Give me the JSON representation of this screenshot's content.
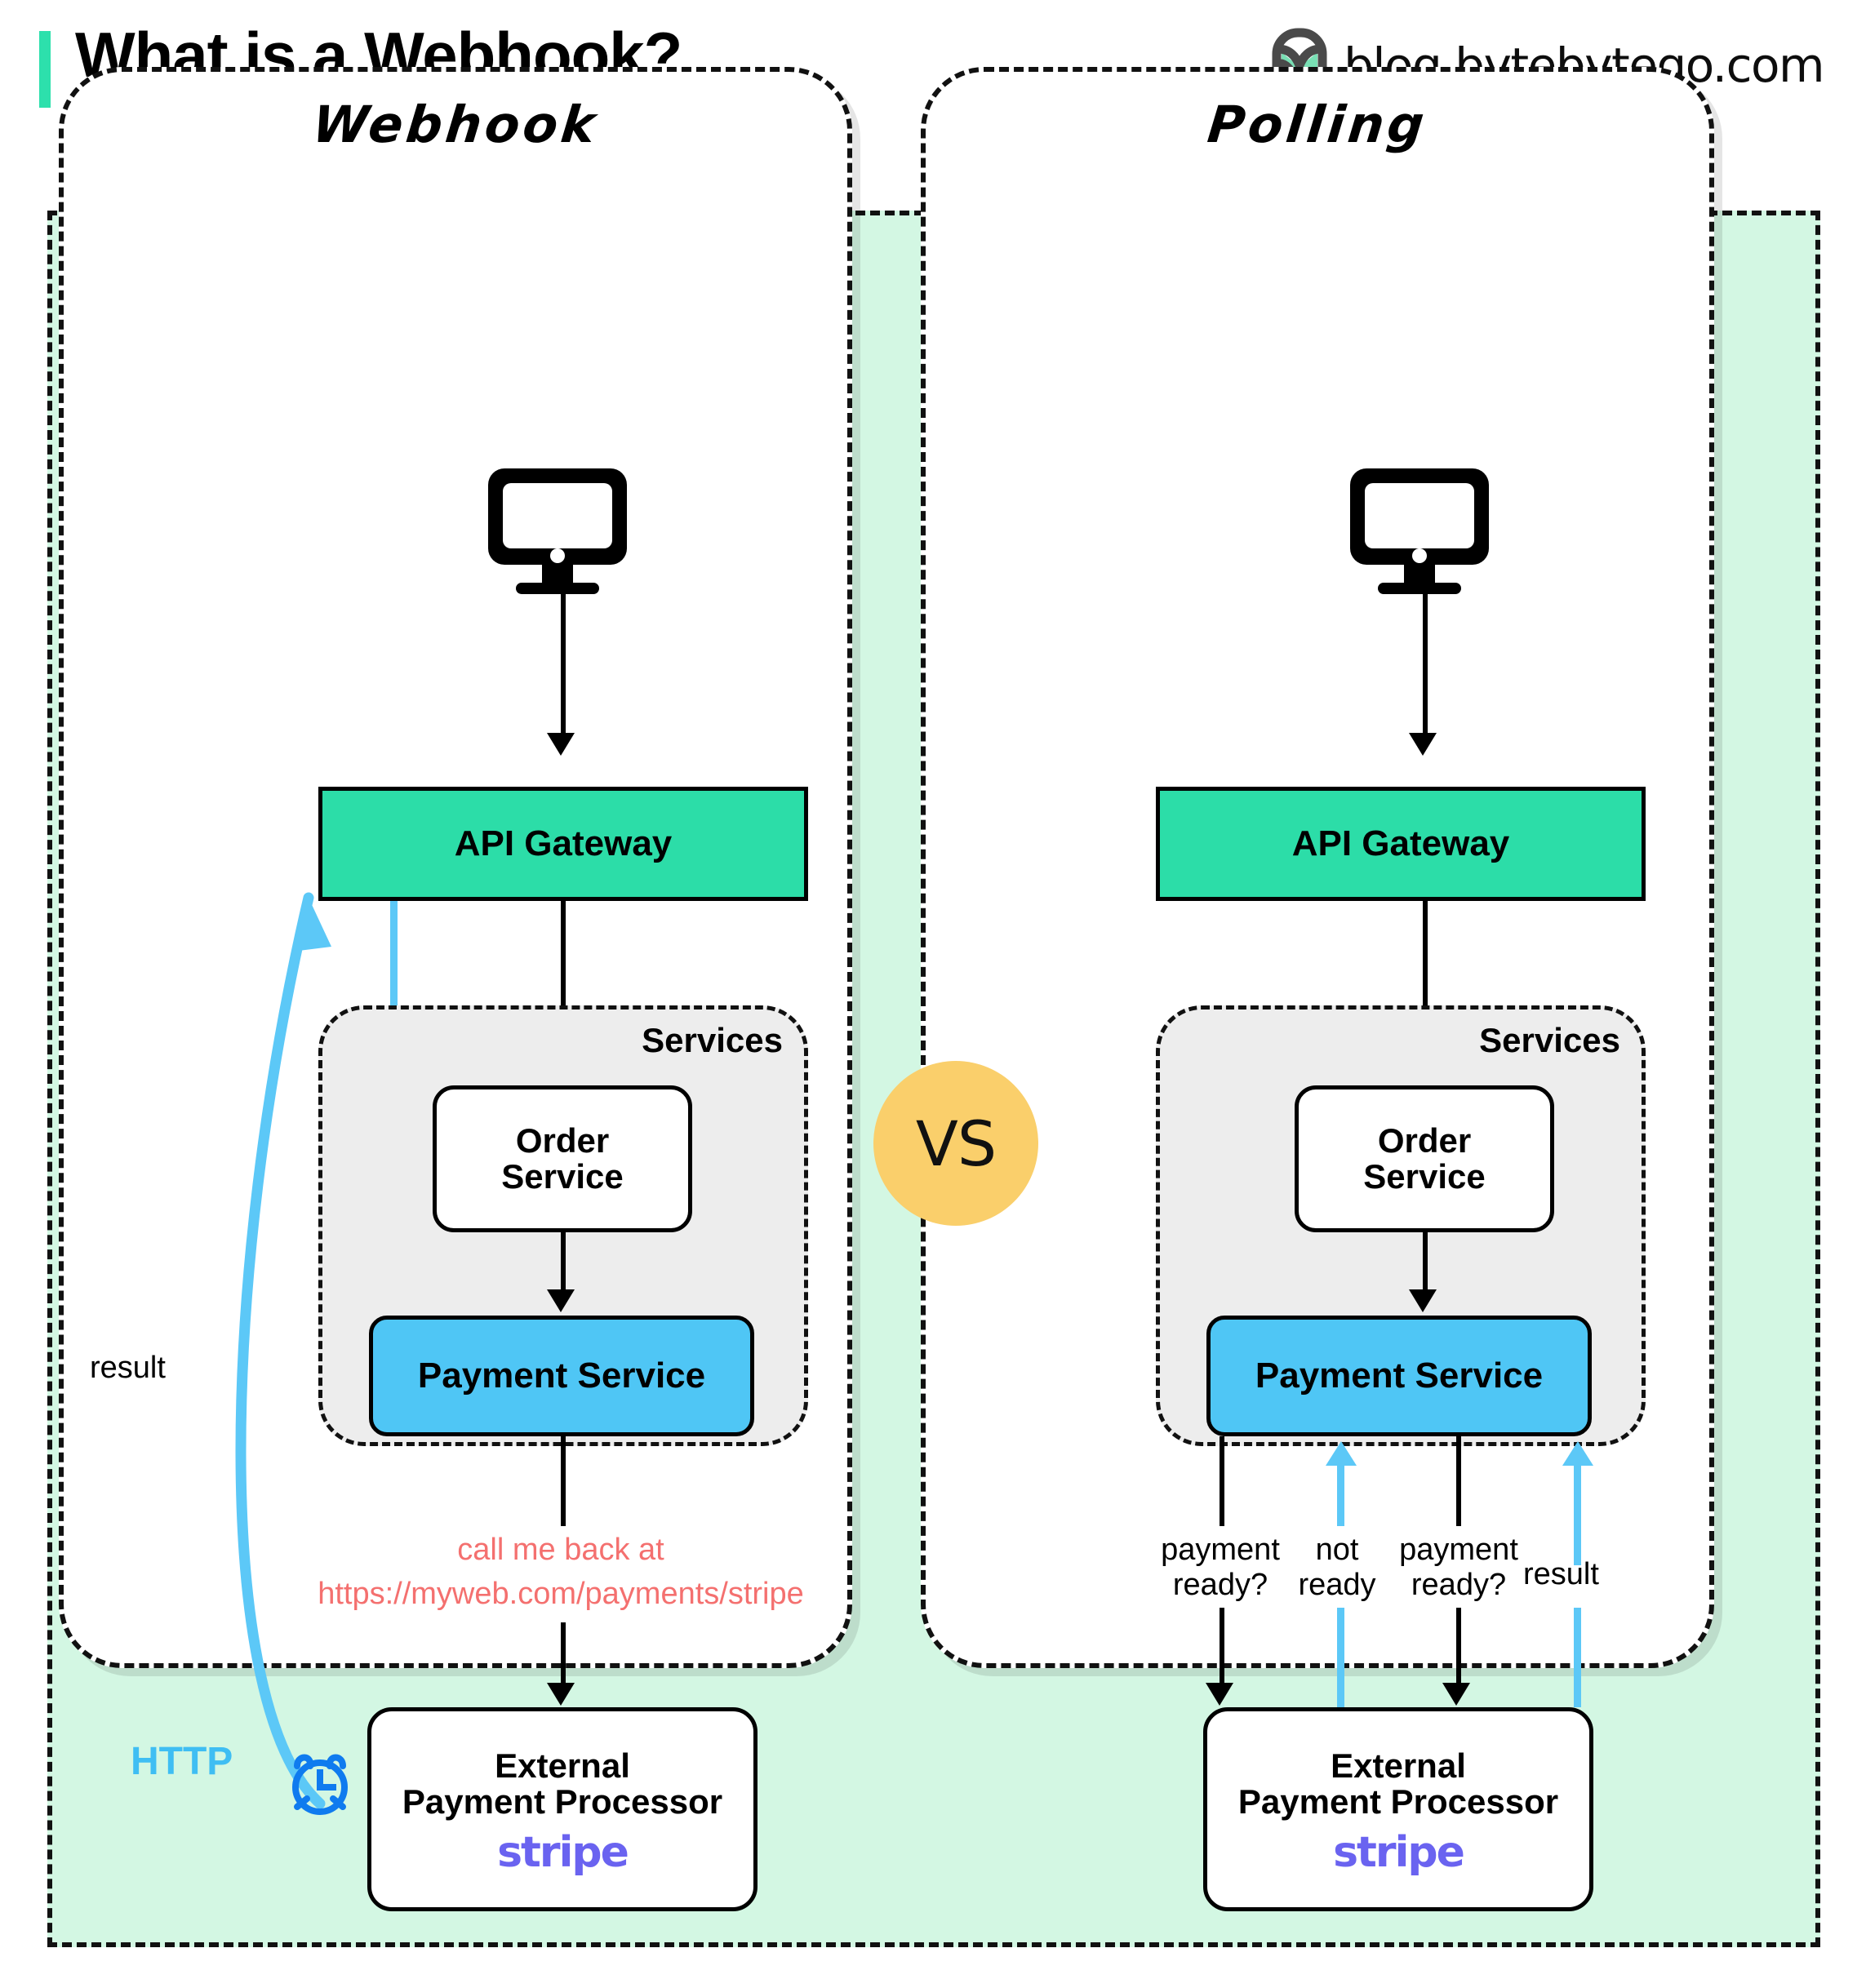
{
  "header": {
    "title": "What is a Webhook?",
    "brand_text": "blog.bytebytego.com",
    "logo_icon": "bytebytego-logo-icon",
    "accent_color": "#2DE0AC"
  },
  "center_badge": {
    "label": "VS",
    "color": "#FACF6B"
  },
  "colors": {
    "outer_bg": "#D3F7E3",
    "gateway": "#2CDDA8",
    "payment_service": "#4FC6F5",
    "services_bg": "#EDEDED",
    "blue_arrow": "#5CC8F7",
    "url_text": "#F4706F",
    "stripe_purple": "#6A63F0",
    "clock_blue": "#0F7BEF"
  },
  "panels": [
    {
      "title": "Webhook",
      "client_icon": "desktop-monitor-icon",
      "gateway": "API Gateway",
      "services_label": "Services",
      "order_service": [
        "Order",
        "Service"
      ],
      "payment_service": "Payment Service",
      "external": {
        "line1": "External",
        "line2": "Payment Processor",
        "logo": "stripe"
      },
      "callback_note": [
        "call me back at",
        "https://myweb.com/payments/stripe"
      ],
      "result_label": "result",
      "http_label": "HTTP",
      "clock_icon": "alarm-clock-icon"
    },
    {
      "title": "Polling",
      "client_icon": "desktop-monitor-icon",
      "gateway": "API Gateway",
      "services_label": "Services",
      "order_service": [
        "Order",
        "Service"
      ],
      "payment_service": "Payment Service",
      "external": {
        "line1": "External",
        "line2": "Payment Processor",
        "logo": "stripe"
      },
      "poll_labels": [
        {
          "line1": "payment",
          "line2": "ready?",
          "direction": "down",
          "color": "#000000"
        },
        {
          "line1": "not",
          "line2": "ready",
          "direction": "up",
          "color": "#5CC8F7"
        },
        {
          "line1": "payment",
          "line2": "ready?",
          "direction": "down",
          "color": "#000000"
        },
        {
          "line1": "result",
          "line2": "",
          "direction": "up",
          "color": "#5CC8F7"
        }
      ]
    }
  ]
}
